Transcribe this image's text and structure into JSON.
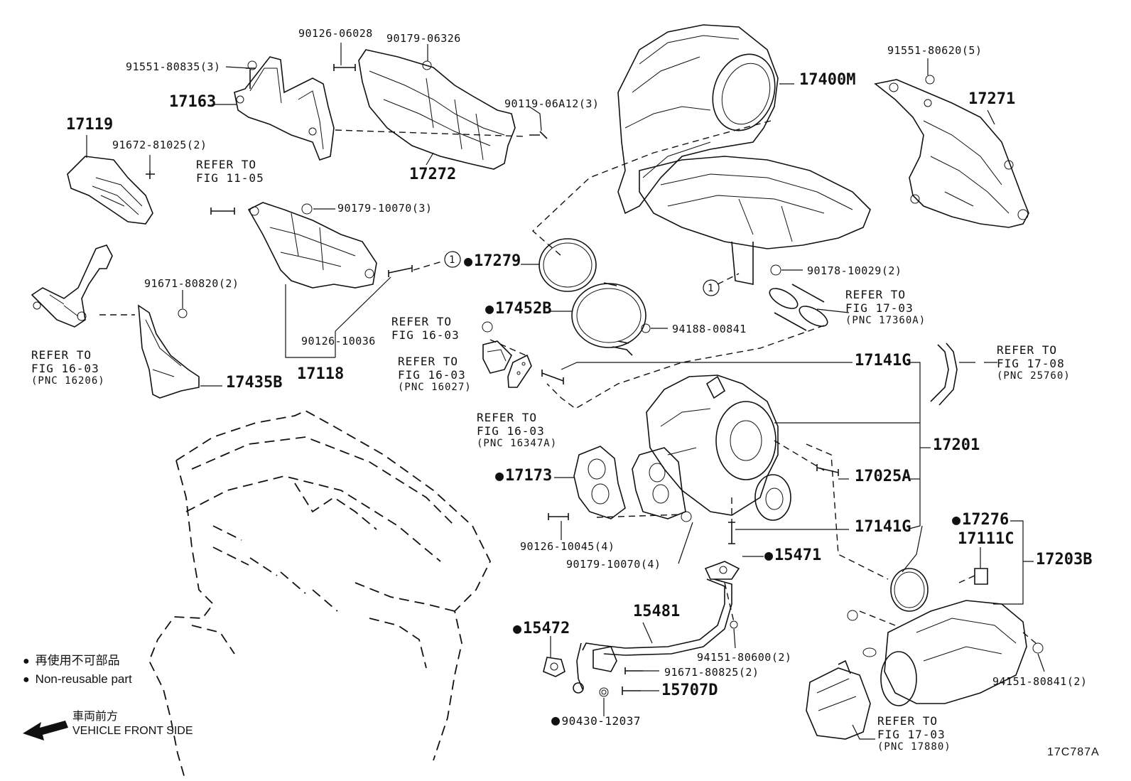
{
  "diagram_id": "17C787A",
  "legend": {
    "jp": "再使用不可部品",
    "en": "Non-reusable part",
    "front_jp": "車両前方",
    "front_en": "VEHICLE FRONT SIDE"
  },
  "labels": {
    "p90126_06028": "90126-06028",
    "p90179_06326": "90179-06326",
    "p91551_80835": "91551-80835(3)",
    "p17163": "17163",
    "p90119_06A12": "90119-06A12(3)",
    "p17119": "17119",
    "p91672_81025": "91672-81025(2)",
    "p17272": "17272",
    "p90179_10070_3": "90179-10070(3)",
    "p17279": "17279",
    "p91671_80820": "91671-80820(2)",
    "p17452B": "17452B",
    "p90126_10036": "90126-10036",
    "p17118": "17118",
    "p17435B": "17435B",
    "p17400M": "17400M",
    "p91551_80620": "91551-80620(5)",
    "p17271": "17271",
    "p90178_10029": "90178-10029(2)",
    "p94188_00841": "94188-00841",
    "p17141G_a": "17141G",
    "p17201": "17201",
    "p17025A": "17025A",
    "p17141G_b": "17141G",
    "p17173": "17173",
    "p90126_10045": "90126-10045(4)",
    "p90179_10070_4": "90179-10070(4)",
    "p15471": "15471",
    "p17276": "17276",
    "p17111C": "17111C",
    "p17203B": "17203B",
    "p15481": "15481",
    "p15472": "15472",
    "p94151_80600": "94151-80600(2)",
    "p91671_80825": "91671-80825(2)",
    "p15707D": "15707D",
    "p90430_12037": "90430-12037",
    "p94151_80841": "94151-80841(2)",
    "circle_marker": "1"
  },
  "refs": {
    "fig_11_05": {
      "line1": "REFER TO",
      "line2": "FIG 11-05"
    },
    "fig_16_03_a": {
      "line1": "REFER TO",
      "line2": "FIG 16-03",
      "pnc": "(PNC 16206)"
    },
    "fig_16_03_b": {
      "line1": "REFER TO",
      "line2": "FIG 16-03"
    },
    "fig_16_03_c": {
      "line1": "REFER TO",
      "line2": "FIG 16-03",
      "pnc": "(PNC 16027)"
    },
    "fig_16_03_d": {
      "line1": "REFER TO",
      "line2": "FIG 16-03",
      "pnc": "(PNC 16347A)"
    },
    "fig_17_03_a": {
      "line1": "REFER TO",
      "line2": "FIG 17-03",
      "pnc": "(PNC 17360A)"
    },
    "fig_17_08": {
      "line1": "REFER TO",
      "line2": "FIG 17-08",
      "pnc": "(PNC 25760)"
    },
    "fig_17_03_b": {
      "line1": "REFER TO",
      "line2": "FIG 17-03",
      "pnc": "(PNC 17880)"
    }
  },
  "non_reusable_marker": "●"
}
